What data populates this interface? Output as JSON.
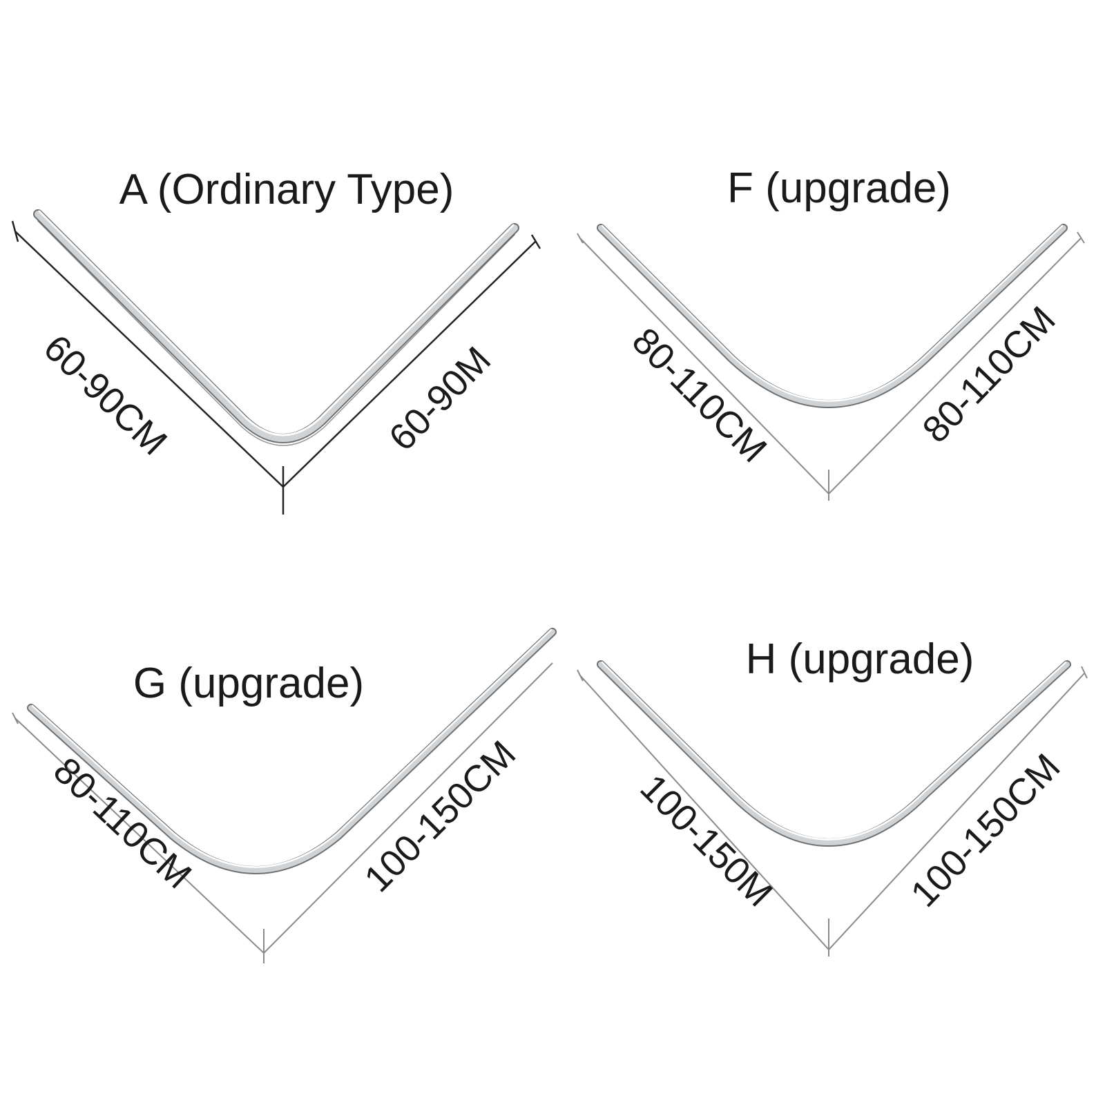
{
  "panels": {
    "a": {
      "title": "A (Ordinary Type)",
      "left_dim": "60-90CM",
      "right_dim": "60-90M"
    },
    "f": {
      "title": "F (upgrade)",
      "left_dim": "80-110CM",
      "right_dim": "80-110CM"
    },
    "g": {
      "title": "G (upgrade)",
      "left_dim": "80-110CM",
      "right_dim": "100-150CM"
    },
    "h": {
      "title": "H (upgrade)",
      "left_dim": "100-150M",
      "right_dim": "100-150CM"
    }
  }
}
